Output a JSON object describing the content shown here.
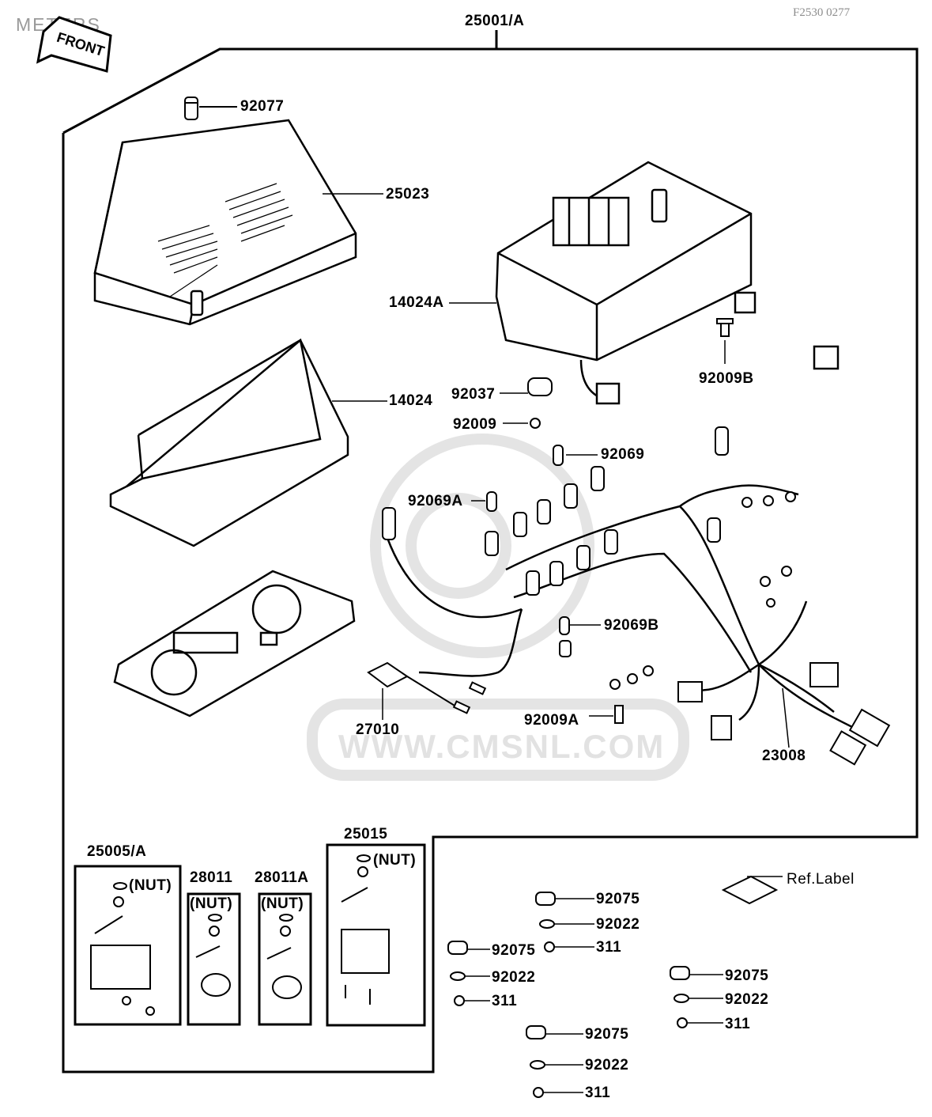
{
  "page_title": "METERS",
  "ref_code": "F2530 0277",
  "front_label": "FRONT",
  "watermark": "WWW.CMSNL.COM",
  "main_assembly": "25001/A",
  "parts": {
    "p92077": "92077",
    "p25023": "25023",
    "p14024A": "14024A",
    "p14024": "14024",
    "p92009B": "92009B",
    "p92037": "92037",
    "p92009": "92009",
    "p92069": "92069",
    "p92069A": "92069A",
    "p92069B": "92069B",
    "p27010": "27010",
    "p92009A": "92009A",
    "p23008": "23008"
  },
  "kits": {
    "k25005": "25005/A",
    "k28011": "28011",
    "k28011A": "28011A",
    "k25015": "25015",
    "nut": "(NUT)"
  },
  "hardware": {
    "a_92075": "92075",
    "a_92022": "92022",
    "a_311": "311",
    "b_92075": "92075",
    "b_92022": "92022",
    "b_311": "311",
    "c_92075": "92075",
    "c_92022": "92022",
    "c_311": "311",
    "d_92075": "92075",
    "d_92022": "92022",
    "d_311": "311"
  },
  "ref_label": "Ref.Label"
}
